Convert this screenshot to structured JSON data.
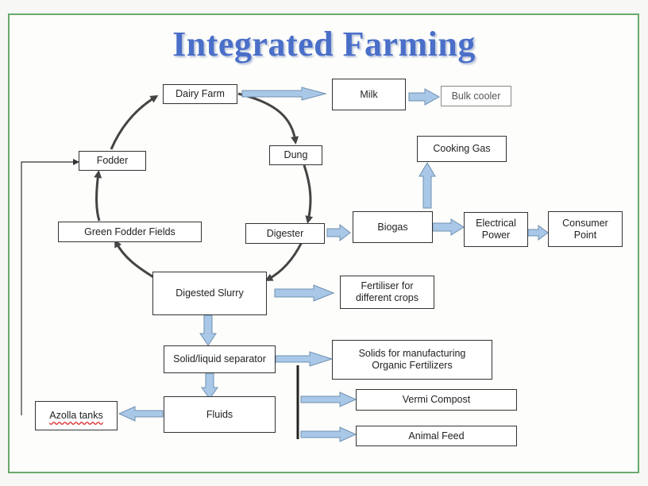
{
  "title": "Integrated Farming",
  "nodes": {
    "dairy_farm": "Dairy Farm",
    "milk": "Milk",
    "bulk_cooler": "Bulk cooler",
    "dung": "Dung",
    "fodder": "Fodder",
    "cooking_gas": "Cooking Gas",
    "green_fodder": "Green Fodder Fields",
    "digester": "Digester",
    "biogas": "Biogas",
    "electrical_power": "Electrical\nPower",
    "consumer_point": "Consumer\nPoint",
    "digested_slurry": "Digested Slurry",
    "fertiliser": "Fertiliser for\ndifferent crops",
    "separator": "Solid/liquid separator",
    "solids": "Solids  for manufacturing\nOrganic Fertilizers",
    "vermi": "Vermi Compost",
    "fluids": "Fluids",
    "azolla": "Azolla tanks",
    "animal_feed": "Animal Feed"
  },
  "colors": {
    "title": "#4a6fc9",
    "arrow_fill": "#a9c8e8",
    "arrow_stroke": "#6f8fb0",
    "cycle_arrow": "#444444",
    "frame": "#6aa96a"
  },
  "icons": {
    "block_arrow": "block-arrow-icon",
    "cycle_arrow": "curved-arrow-icon"
  }
}
